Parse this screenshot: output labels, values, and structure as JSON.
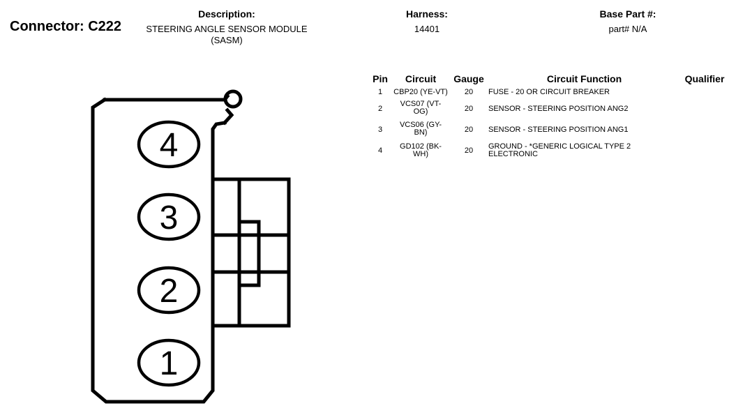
{
  "header": {
    "connector_title": "Connector: C222",
    "description_label": "Description:",
    "description_value": "STEERING ANGLE SENSOR MODULE (SASM)",
    "harness_label": "Harness:",
    "harness_value": "14401",
    "base_part_label": "Base Part #:",
    "base_part_value": "part# N/A"
  },
  "table": {
    "headers": {
      "pin": "Pin",
      "circuit": "Circuit",
      "gauge": "Gauge",
      "function": "Circuit Function",
      "qualifier": "Qualifier"
    },
    "rows": [
      {
        "pin": "1",
        "circuit": "CBP20 (YE-VT)",
        "gauge": "20",
        "function": "FUSE - 20 OR CIRCUIT BREAKER"
      },
      {
        "pin": "2",
        "circuit": "VCS07 (VT-OG)",
        "gauge": "20",
        "function": "SENSOR - STEERING POSITION ANG2"
      },
      {
        "pin": "3",
        "circuit": "VCS06 (GY-BN)",
        "gauge": "20",
        "function": "SENSOR - STEERING POSITION ANG1"
      },
      {
        "pin": "4",
        "circuit": "GD102 (BK-WH)",
        "gauge": "20",
        "function": "GROUND - *GENERIC LOGICAL TYPE 2 ELECTRONIC"
      }
    ]
  },
  "diagram": {
    "pins": [
      "4",
      "3",
      "2",
      "1"
    ]
  }
}
